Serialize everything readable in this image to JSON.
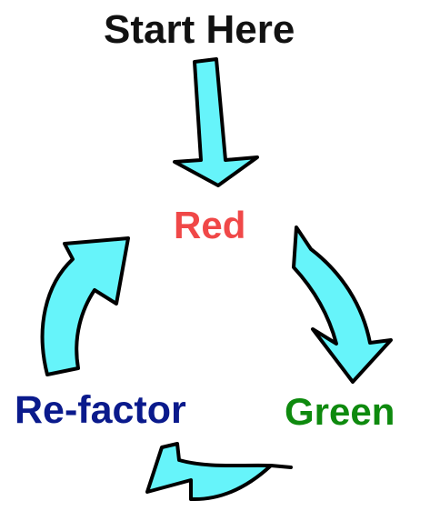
{
  "diagram": {
    "start_label": "Start Here",
    "nodes": {
      "red": "Red",
      "green": "Green",
      "refactor": "Re-factor"
    },
    "colors": {
      "arrow_fill": "#66f4fa",
      "arrow_outline": "#000000",
      "red_text": "#f04848",
      "green_text": "#0e8a0e",
      "refactor_text": "#0a1a8c",
      "start_text": "#111111"
    },
    "flow": [
      "Start Here",
      "Red",
      "Green",
      "Re-factor",
      "Red"
    ]
  }
}
